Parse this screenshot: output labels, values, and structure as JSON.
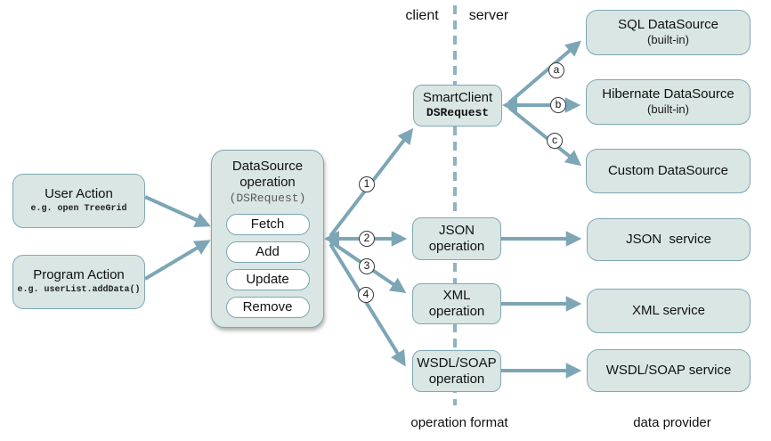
{
  "header": {
    "client_label": "client",
    "server_label": "server"
  },
  "footer": {
    "operation_format_label": "operation format",
    "data_provider_label": "data provider"
  },
  "sources": {
    "user_action": {
      "title": "User Action",
      "example": "e.g. open TreeGrid"
    },
    "program_action": {
      "title": "Program Action",
      "example": "e.g. userList.addData()"
    }
  },
  "datasource_operation": {
    "title_line1": "DataSource",
    "title_line2": "operation",
    "subtitle": "(DSRequest)",
    "operations": [
      "Fetch",
      "Add",
      "Update",
      "Remove"
    ]
  },
  "smartclient": {
    "title": "SmartClient",
    "subtitle": "DSRequest"
  },
  "operation_formats": [
    {
      "line1": "JSON",
      "line2": "operation"
    },
    {
      "line1": "XML",
      "line2": "operation"
    },
    {
      "line1": "WSDL/SOAP",
      "line2": "operation"
    }
  ],
  "data_providers": [
    {
      "title": "SQL DataSource",
      "subtitle": "(built-in)"
    },
    {
      "title": "Hibernate DataSource",
      "subtitle": "(built-in)"
    },
    {
      "title": "Custom DataSource"
    }
  ],
  "services": [
    {
      "title": "JSON  service"
    },
    {
      "title": "XML service"
    },
    {
      "title": "WSDL/SOAP service"
    }
  ],
  "connectors": {
    "numbers": [
      "1",
      "2",
      "3",
      "4"
    ],
    "letters": [
      "a",
      "b",
      "c"
    ]
  },
  "colors": {
    "accent_arrow": "#7ca6b6",
    "box_fill": "#d9e6e4",
    "box_border": "#7ea8b4",
    "dashed_line": "#8fb3c1",
    "text": "#1a1a1a",
    "subtitle_gray": "#5a5a5a"
  }
}
